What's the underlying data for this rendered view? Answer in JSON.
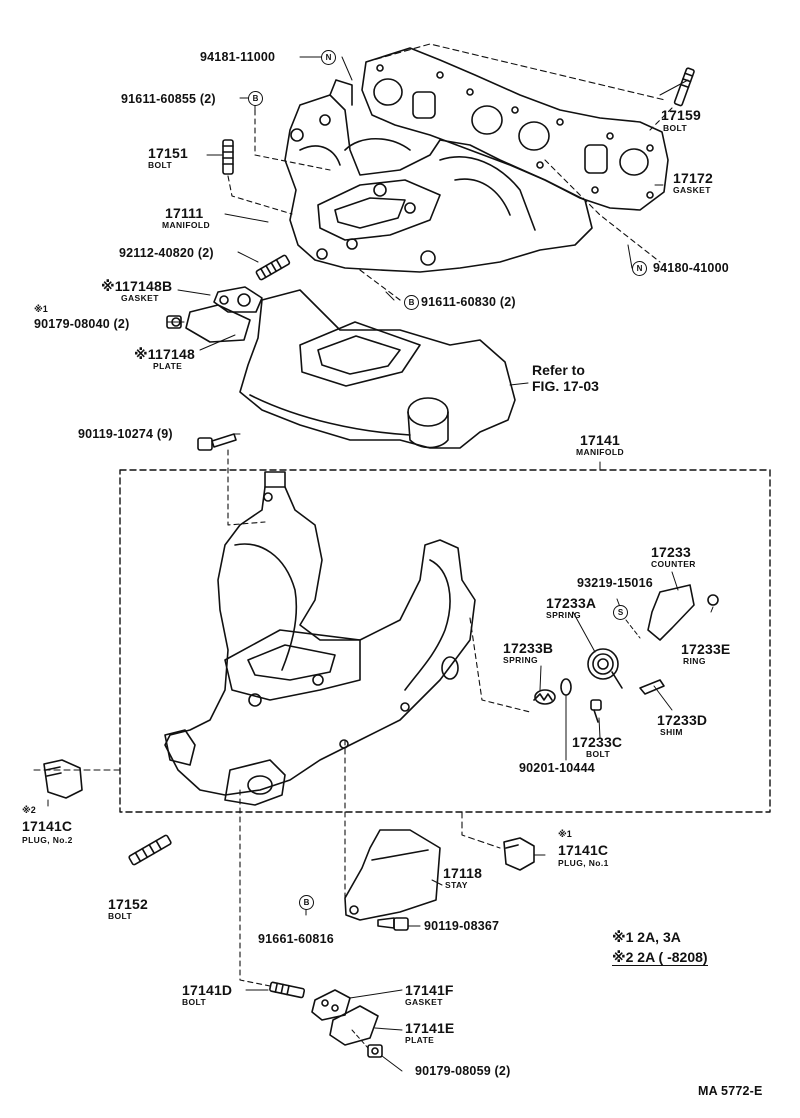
{
  "parts": {
    "p94181": "94181-11000",
    "p91611_60855": "91611-60855 (2)",
    "p17151": "17151",
    "p17151_name": "BOLT",
    "p17111": "17111",
    "p17111_name": "MANIFOLD",
    "p92112": "92112-40820 (2)",
    "p117148B": "※117148B",
    "p117148B_name": "GASKET",
    "p90179_sym": "※1",
    "p90179_08040": "90179-08040 (2)",
    "p117148": "※117148",
    "p117148_name": "PLATE",
    "p17159": "17159",
    "p17159_name": "BOLT",
    "p17172": "17172",
    "p17172_name": "GASKET",
    "p94180": "94180-41000",
    "p91611_60830": "91611-60830 (2)",
    "refer_line1": "Refer to",
    "refer_line2": "FIG. 17-03",
    "p90119_10274": "90119-10274 (9)",
    "p17141": "17141",
    "p17141_name": "MANIFOLD",
    "p17233": "17233",
    "p17233_name": "COUNTER",
    "p93219": "93219-15016",
    "p17233A": "17233A",
    "p17233A_name": "SPRING",
    "p17233B": "17233B",
    "p17233B_name": "SPRING",
    "p17233E": "17233E",
    "p17233E_name": "RING",
    "p17233C": "17233C",
    "p17233C_name": "BOLT",
    "p17233D": "17233D",
    "p17233D_name": "SHIM",
    "p90201": "90201-10444",
    "p17141C2_sym": "※2",
    "p17141C2": "17141C",
    "p17141C2_name": "PLUG, No.2",
    "p17141C1_sym": "※1",
    "p17141C1": "17141C",
    "p17141C1_name": "PLUG, No.1",
    "p17152": "17152",
    "p17152_name": "BOLT",
    "p17118": "17118",
    "p17118_name": "STAY",
    "p90119_08367": "90119-08367",
    "p91661": "91661-60816",
    "p17141D": "17141D",
    "p17141D_name": "BOLT",
    "p17141F": "17141F",
    "p17141F_name": "GASKET",
    "p17141E": "17141E",
    "p17141E_name": "PLATE",
    "p90179_08059": "90179-08059 (2)"
  },
  "badges": {
    "n1": "N",
    "b1": "B",
    "n2": "N",
    "b2": "B",
    "s1": "S",
    "b3": "B"
  },
  "notes": {
    "note1": "※1 2A, 3A",
    "note2": "※2 2A (       -8208)"
  },
  "footer": {
    "code": "MA 5772-E"
  }
}
